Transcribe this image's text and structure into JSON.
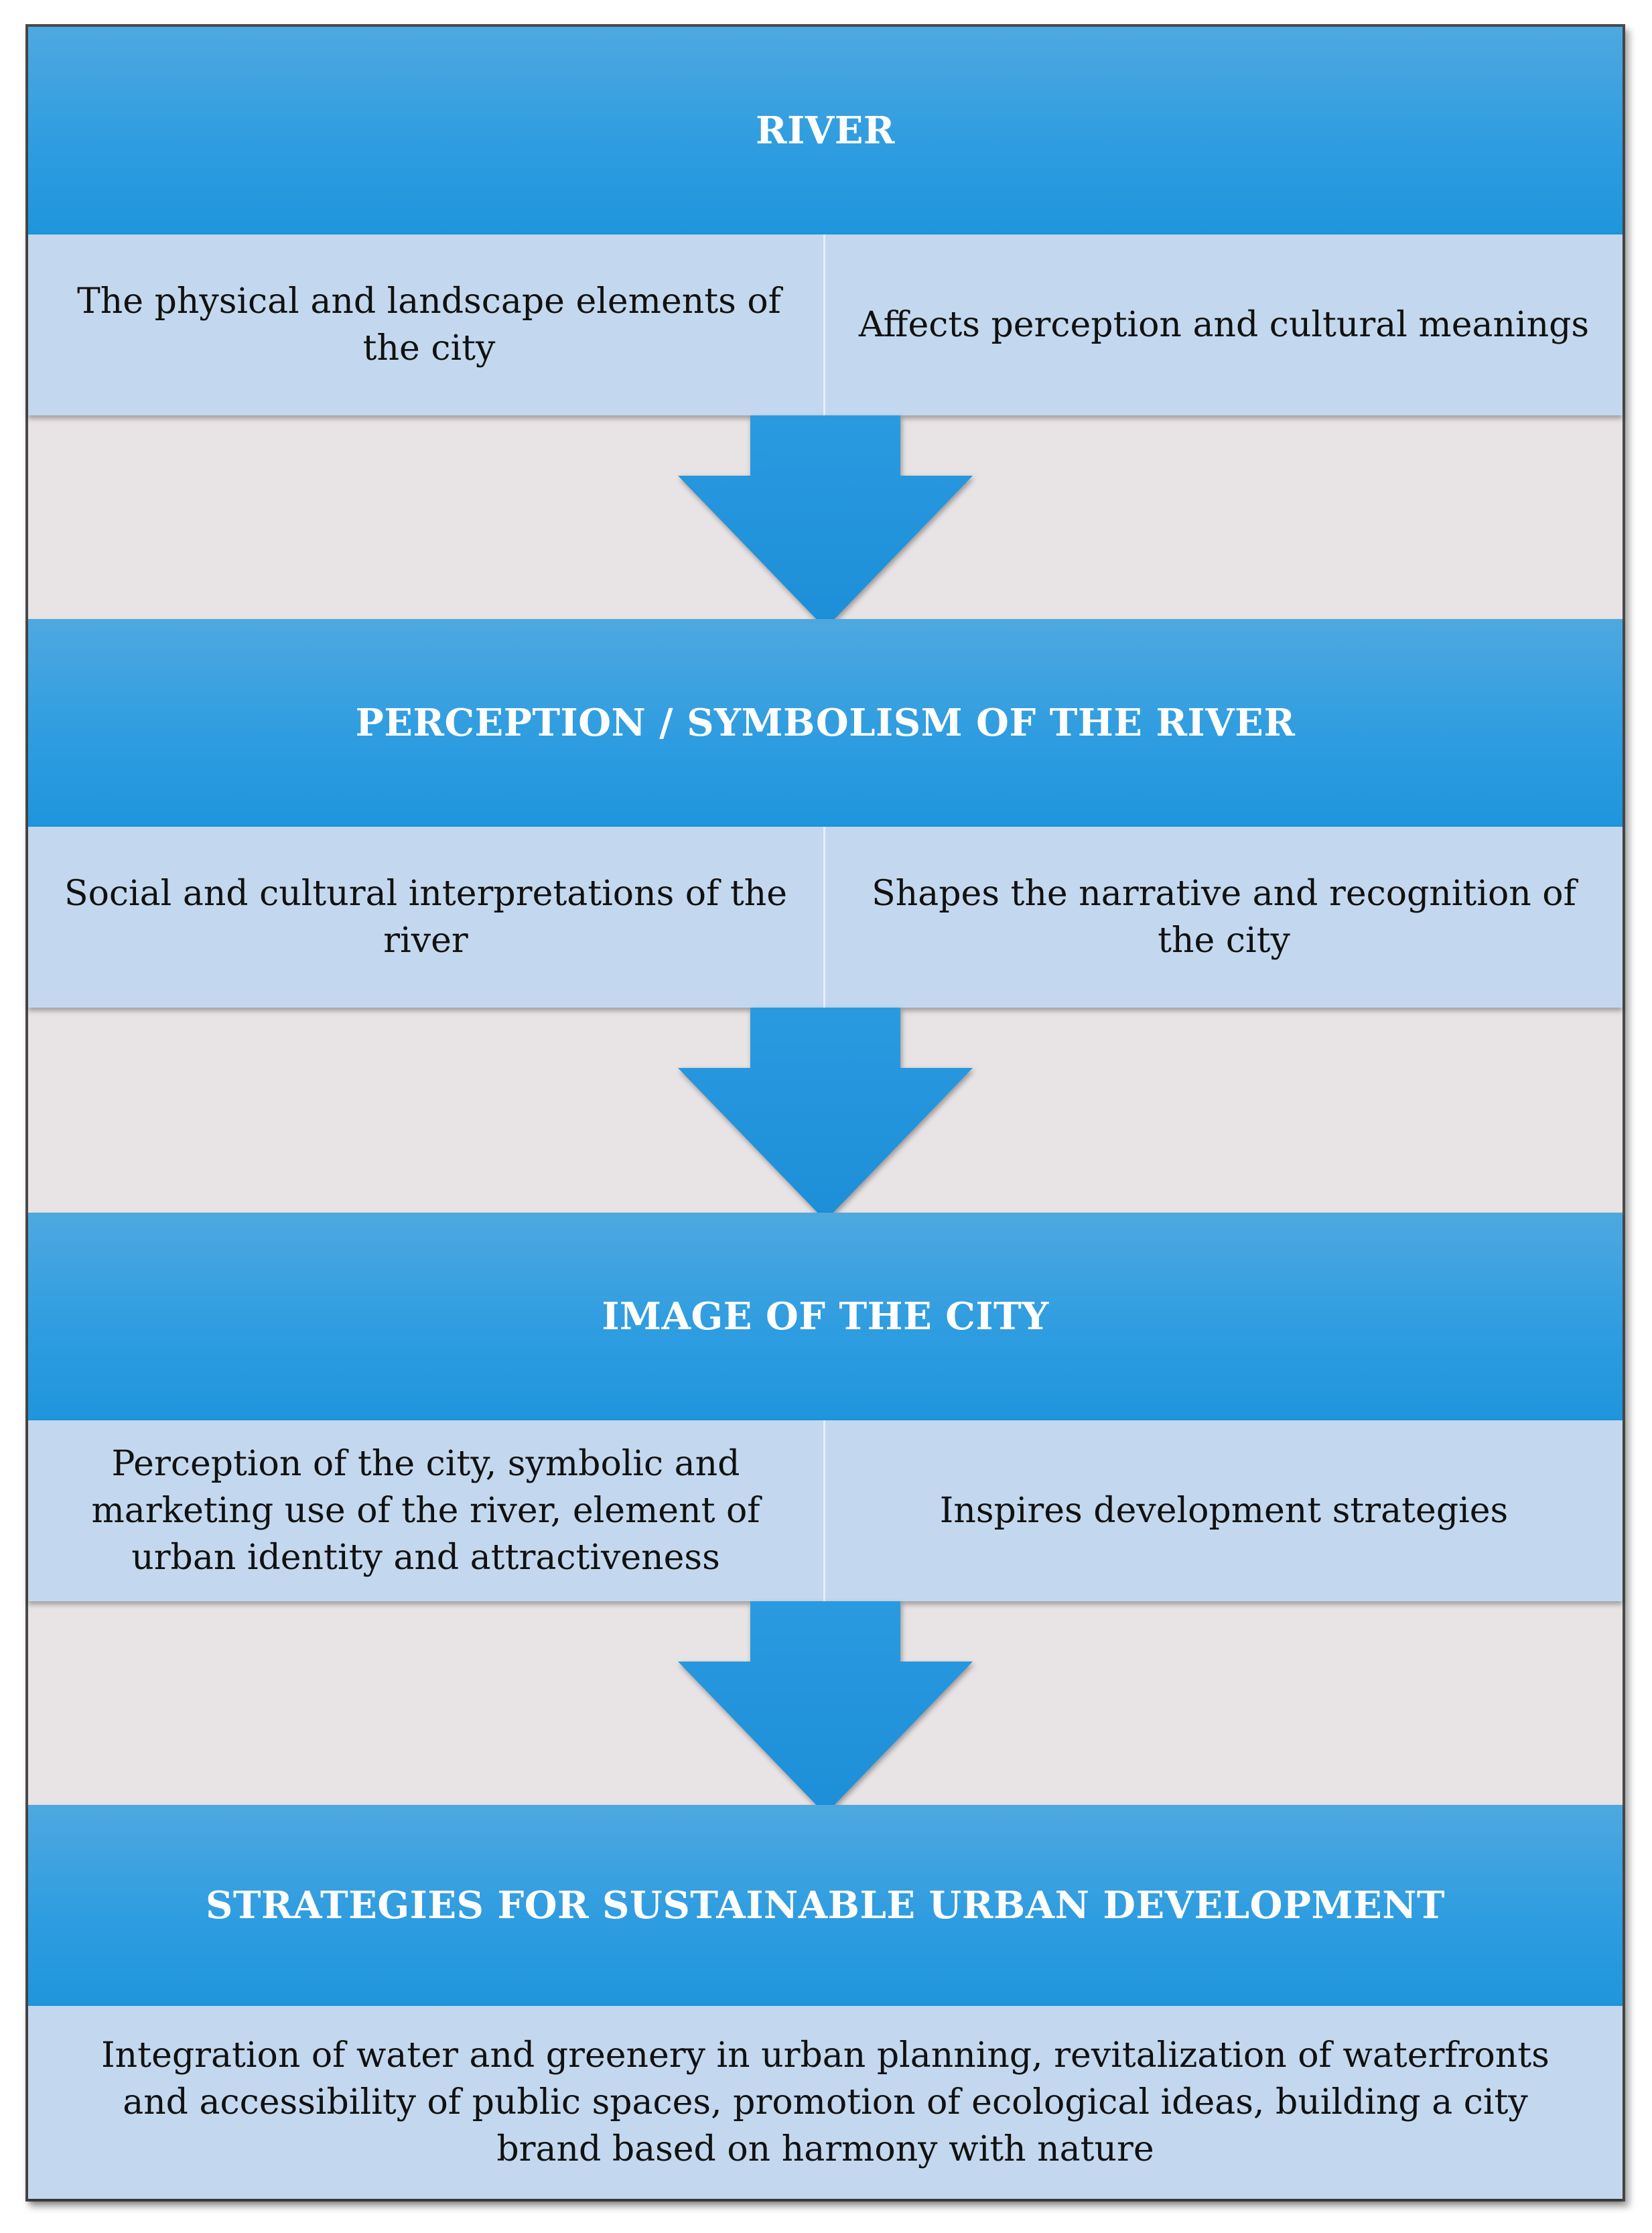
{
  "colors": {
    "header_blue": "#2f9de0",
    "row_light_blue": "#c3d8ee",
    "background_gray": "#e8e3e4",
    "arrow_blue": "#2196dc"
  },
  "stages": [
    {
      "title": "RIVER",
      "left": "The physical and landscape elements of the city",
      "right": "Affects perception and cultural meanings"
    },
    {
      "title": "PERCEPTION / SYMBOLISM OF THE RIVER",
      "left": "Social and cultural interpretations of the river",
      "right": "Shapes the narrative and recognition of the city"
    },
    {
      "title": "IMAGE OF THE CITY",
      "left": "Perception of the city, symbolic and marketing use of the river, element of urban identity and attractiveness",
      "right": "Inspires development strategies"
    },
    {
      "title": "STRATEGIES FOR SUSTAINABLE URBAN DEVELOPMENT",
      "full": "Integration of water and greenery in urban planning, revitalization of waterfronts and accessibility of public spaces, promotion of ecological ideas, building a city brand based on harmony with nature"
    }
  ],
  "arrows": [
    {
      "icon": "arrow-down-icon"
    },
    {
      "icon": "arrow-down-icon"
    },
    {
      "icon": "arrow-down-icon"
    }
  ]
}
